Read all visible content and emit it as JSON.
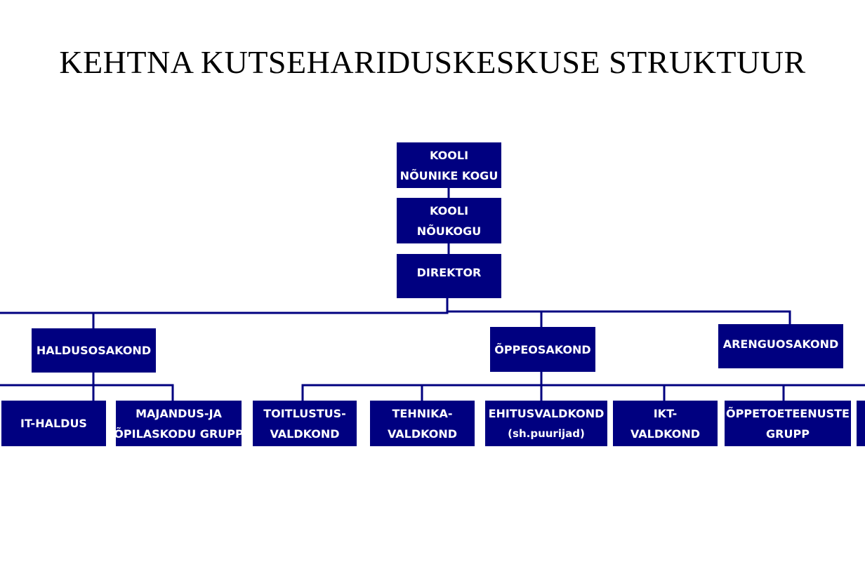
{
  "title": "KEHTNA KUTSEHARIDUSKESKUSE STRUKTUUR",
  "colors": {
    "box_fill": "#000080",
    "box_text": "#ffffff",
    "connector": "#000080",
    "background": "#ffffff"
  },
  "nodes": {
    "nounike_kogu": [
      "KOOLI",
      "NÕUNIKE KOGU"
    ],
    "noukogu": [
      "KOOLI",
      "NÕUKOGU"
    ],
    "direktor": [
      "DIREKTOR"
    ],
    "haldusosakond": [
      "HALDUSOSAKOND"
    ],
    "oppeosakond": [
      "ÕPPEOSAKOND"
    ],
    "arenguosakond": [
      "ARENGUOSAKOND"
    ],
    "it_haldus": [
      "IT-HALDUS"
    ],
    "majandus": [
      "MAJANDUS-JA",
      "ÕPILASKODU GRUPP"
    ],
    "toitlustus": [
      "TOITLUSTUS-",
      "VALDKOND"
    ],
    "tehnika": [
      "TEHNIKA-",
      "VALDKOND"
    ],
    "ehitus": [
      "EHITUSVALDKOND",
      "(sh.puurijad)"
    ],
    "ikt": [
      "IKT-",
      "VALDKOND"
    ],
    "oppetoeteenuste": [
      "ÕPPETOETEENUSTE",
      "GRUPP"
    ]
  }
}
